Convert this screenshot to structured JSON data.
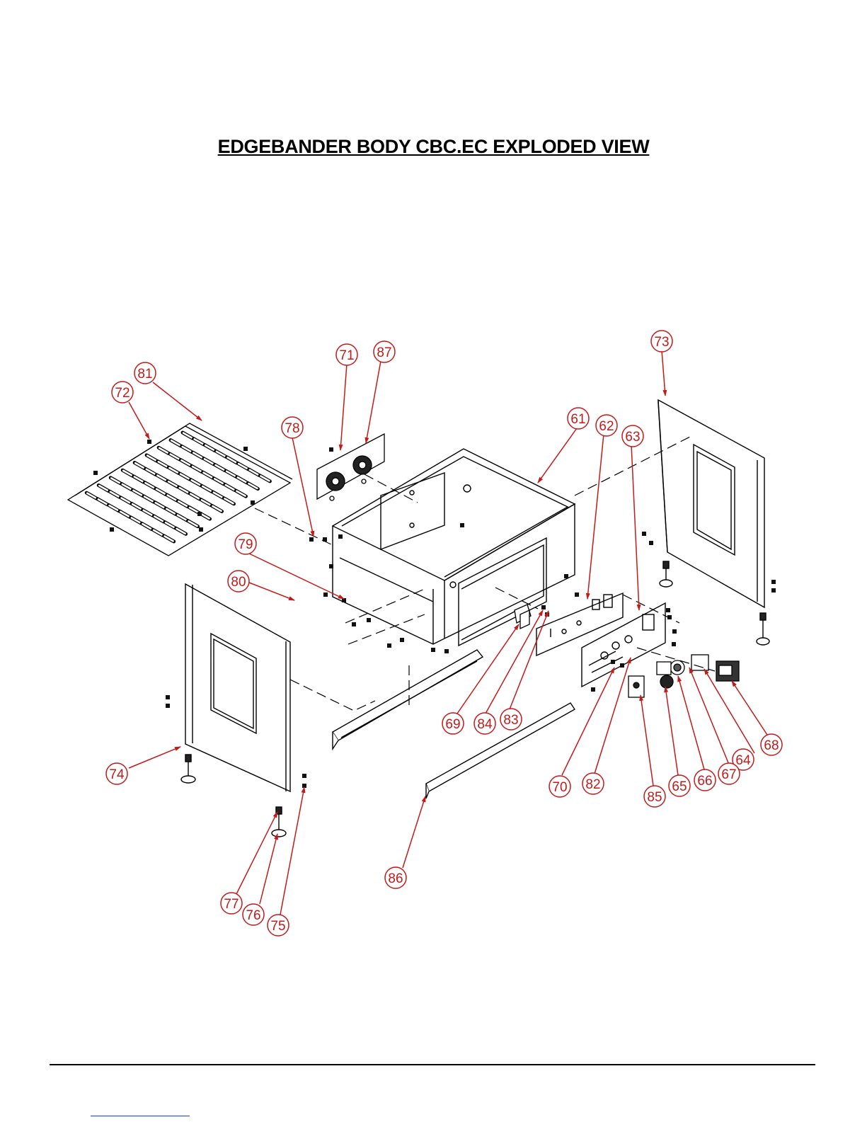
{
  "title": "EDGEBANDER BODY CBC.EC EXPLODED VIEW",
  "colors": {
    "callout": "#c41a1a",
    "line": "#000000",
    "link_rule": "#1a3fd6"
  },
  "callouts": [
    "61",
    "62",
    "63",
    "64",
    "65",
    "66",
    "67",
    "68",
    "69",
    "70",
    "71",
    "72",
    "73",
    "74",
    "75",
    "76",
    "77",
    "78",
    "79",
    "80",
    "81",
    "82",
    "83",
    "84",
    "85",
    "86",
    "87"
  ]
}
